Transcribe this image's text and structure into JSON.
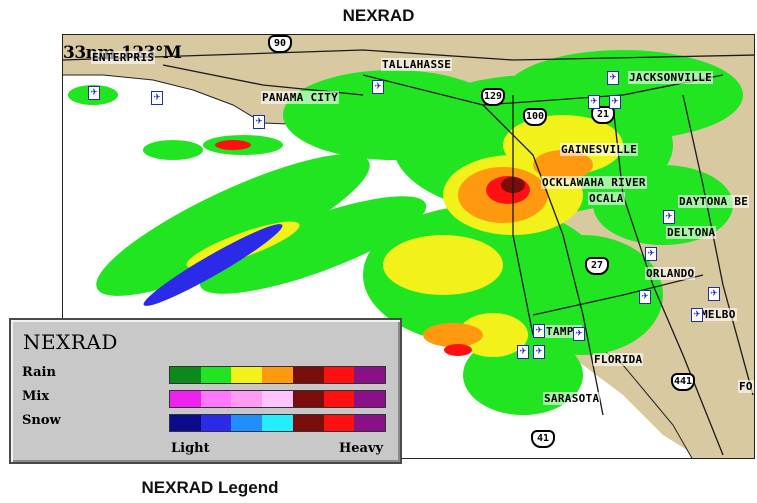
{
  "page": {
    "title": "NEXRAD",
    "caption": "NEXRAD Legend"
  },
  "map": {
    "scale_distance": "33nm",
    "track_heading": "123°M",
    "city_labels": {
      "tallahassee": "TALLAHASSE",
      "jacksonville": "JACKSONVILLE",
      "panama_city": "PANAMA CITY",
      "gainesville": "GAINESVILLE",
      "ocklawaha_river": "OCKLAWAHA RIVER",
      "ocala": "OCALA",
      "daytona": "DAYTONA BE",
      "deltona": "DELTONA",
      "orlando": "ORLANDO",
      "melbourne": "MELBO",
      "tampa": "TAMPA",
      "florida": "FLORIDA",
      "sarasota": "SARASOTA",
      "fo": "FO",
      "enterprise": "ENTERPRIS"
    },
    "highway_shields": {
      "i90": "90",
      "us129": "129",
      "i100": "100",
      "i21": "21",
      "us27": "27",
      "us441": "441",
      "us41": "41"
    },
    "colors": {
      "land": "#d9c9a0",
      "water": "#ffffff",
      "road": "#1a1a1a",
      "airport": "#1c2fa8"
    }
  },
  "legend": {
    "title": "NEXRAD",
    "rows": [
      {
        "label": "Rain",
        "colors": [
          "#0a8a1a",
          "#22e522",
          "#f2f21a",
          "#ff9a10",
          "#7a0c0c",
          "#ff1010",
          "#8a108a"
        ]
      },
      {
        "label": "Mix",
        "colors": [
          "#ee22ee",
          "#ff77ff",
          "#ff9cf2",
          "#ffc4ff",
          "#7a0c0c",
          "#ff1010",
          "#8a108a"
        ]
      },
      {
        "label": "Snow",
        "colors": [
          "#0a0a8a",
          "#2a2ae8",
          "#1f8fff",
          "#22eeff",
          "#7a0c0c",
          "#ff1010",
          "#8a108a"
        ]
      }
    ],
    "scale_low": "Light",
    "scale_high": "Heavy"
  }
}
